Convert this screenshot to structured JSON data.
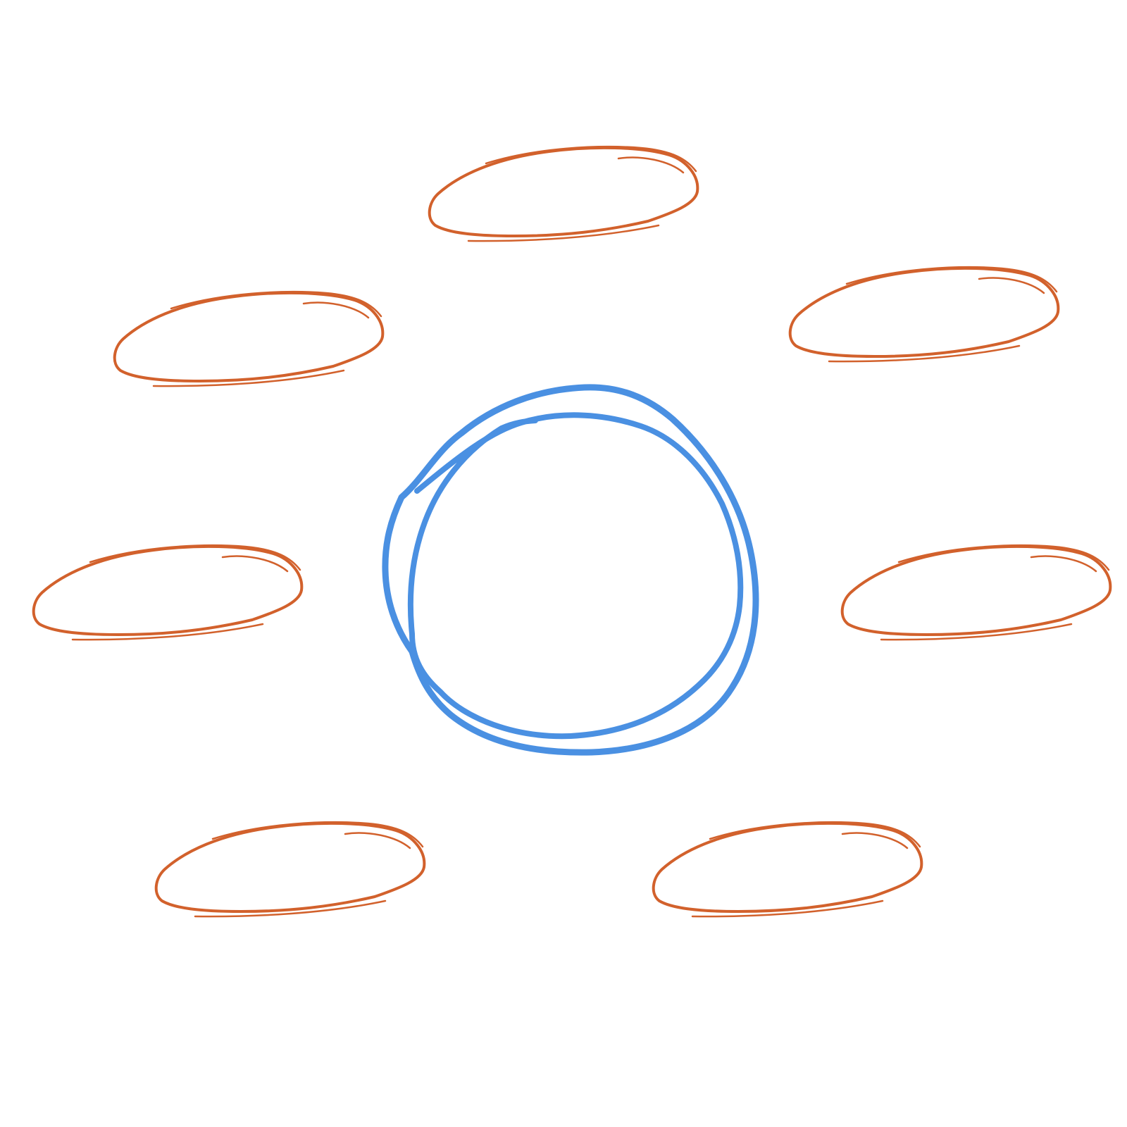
{
  "diagram": {
    "type": "hand-drawn-mind-map-template",
    "center_node": {
      "shape": "circle",
      "label": "",
      "stroke_color": "#4A90E2"
    },
    "satellite_nodes": [
      {
        "id": "top",
        "shape": "ellipse",
        "label": "",
        "stroke_color": "#D2612C"
      },
      {
        "id": "upper-left",
        "shape": "ellipse",
        "label": "",
        "stroke_color": "#D2612C"
      },
      {
        "id": "upper-right",
        "shape": "ellipse",
        "label": "",
        "stroke_color": "#D2612C"
      },
      {
        "id": "middle-left",
        "shape": "ellipse",
        "label": "",
        "stroke_color": "#D2612C"
      },
      {
        "id": "middle-right",
        "shape": "ellipse",
        "label": "",
        "stroke_color": "#D2612C"
      },
      {
        "id": "lower-left",
        "shape": "ellipse",
        "label": "",
        "stroke_color": "#D2612C"
      },
      {
        "id": "lower-right",
        "shape": "ellipse",
        "label": "",
        "stroke_color": "#D2612C"
      }
    ]
  }
}
